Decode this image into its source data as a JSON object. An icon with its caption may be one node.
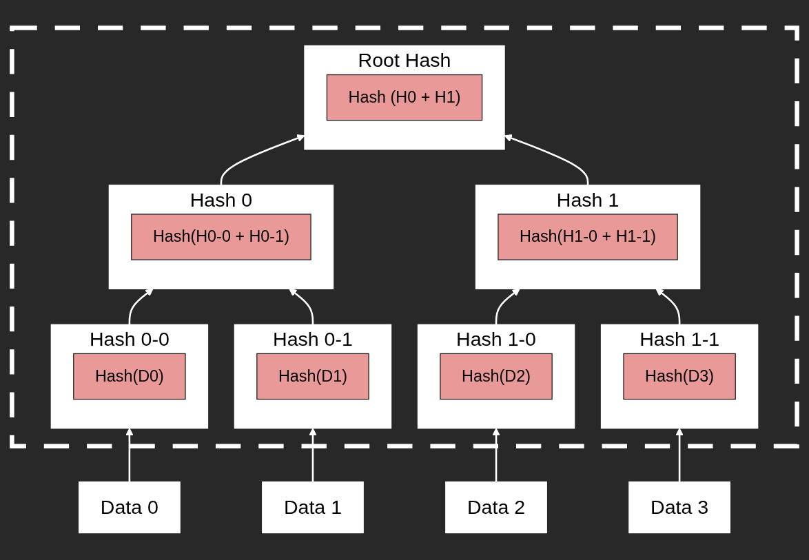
{
  "diagram": {
    "nodes": [
      {
        "text": [],
        "shape": "box"
      },
      {
        "text": [
          "Root Hash"
        ],
        "in": 0
      },
      {
        "text": [
          "Hash (H0 + H1)"
        ],
        "in": 1
      },
      {
        "text": [
          "Hash 0"
        ],
        "in": 0
      },
      {
        "text": [
          "Hash(H0-0 + H0-1)"
        ],
        "in": 3
      },
      {
        "text": [
          "Hash 1"
        ],
        "in": 0
      },
      {
        "text": [
          "Hash(H1-0 + H1-1)"
        ],
        "in": 5
      },
      {
        "text": [
          "Hash 0-0"
        ],
        "in": 0
      },
      {
        "text": [
          "Hash(D0)"
        ],
        "in": 7
      },
      {
        "text": [
          "Hash 0-1"
        ],
        "in": 0
      },
      {
        "text": [
          "Hash(D1)"
        ],
        "in": 9
      },
      {
        "text": [
          "Hash 1-0"
        ],
        "in": 0
      },
      {
        "text": [
          "Hash(D2)"
        ],
        "in": 11
      },
      {
        "text": [
          "Hash 1-1"
        ],
        "in": 0
      },
      {
        "text": [
          "Hash(D3)"
        ],
        "in": 13
      },
      {
        "text": [
          "Data 0"
        ]
      },
      {
        "text": [
          "Data 1"
        ]
      },
      {
        "text": [
          "Data 2"
        ]
      },
      {
        "text": [
          "Data 3"
        ]
      }
    ],
    "edges": [
      {
        "from": 15,
        "to": 7,
        "arrow": "to"
      },
      {
        "from": 16,
        "to": 9,
        "arrow": "to"
      },
      {
        "from": 17,
        "to": 11,
        "arrow": "to"
      },
      {
        "from": 18,
        "to": 13,
        "arrow": "to"
      },
      {
        "from": 7,
        "to": 3,
        "arrow": "to"
      },
      {
        "from": 9,
        "to": 3,
        "arrow": "to"
      },
      {
        "from": 11,
        "to": 5,
        "arrow": "to"
      },
      {
        "from": 13,
        "to": 5,
        "arrow": "to"
      },
      {
        "from": 3,
        "to": 1,
        "arrow": "to"
      },
      {
        "from": 5,
        "to": 1,
        "arrow": "to"
      }
    ]
  }
}
